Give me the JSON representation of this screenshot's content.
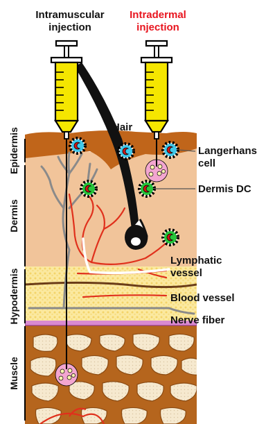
{
  "injections": {
    "intramuscular": "Intramuscular injection",
    "intramuscular_line1": "Intramuscular",
    "intramuscular_line2": "injection",
    "intradermal_line1": "Intradermal",
    "intradermal_line2": "injection"
  },
  "layers": {
    "epidermis": "Epidermis",
    "dermis": "Dermis",
    "hypodermis": "Hypodermis",
    "muscle": "Muscle"
  },
  "labels": {
    "hair": "Hair",
    "langerhans_line1": "Langerhans",
    "langerhans_line2": "cell",
    "dermis_dc": "Dermis DC",
    "lymphatic_line1": "Lymphatic",
    "lymphatic_line2": "vessel",
    "blood_vessel": "Blood vessel",
    "nerve_fiber": "Nerve fiber"
  },
  "colors": {
    "intradermal_title": "#e8141e",
    "syringe_barrel": "#f5e600",
    "epidermis": "#c0651a",
    "dermis": "#f1c49a",
    "hypodermis": "#fbe9a0",
    "muscle_bg": "#b5651d",
    "muscle_cell": "#f6e9cf",
    "langerhans_cell": "#41c8ea",
    "dermis_dc": "#28c43a",
    "nucleus": "#d01818",
    "hair": "#111111",
    "blood_vessel": "#e0301c",
    "nerve": "#8a8a8a",
    "lymphatic": "#ffffff",
    "antigen_depot": "#f3a6d0"
  }
}
